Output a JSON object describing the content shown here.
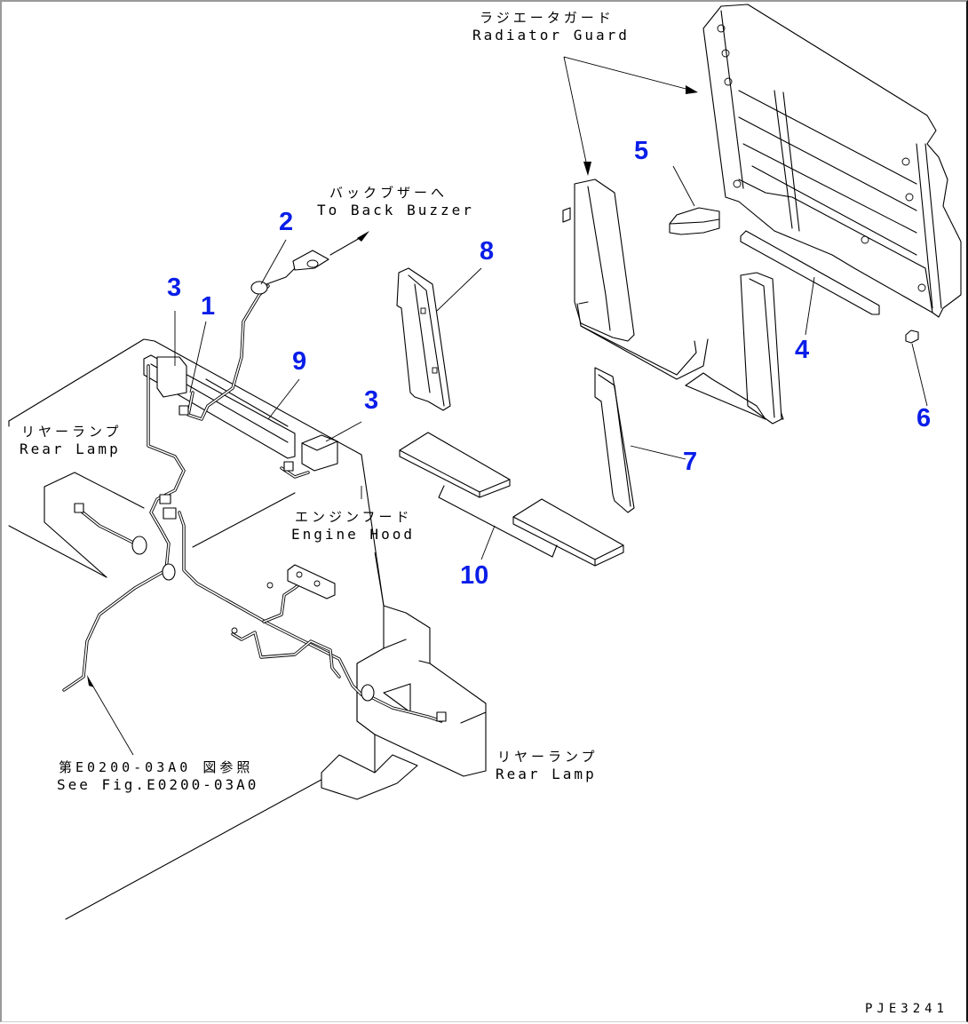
{
  "figure": {
    "code": "PJE3241",
    "callout_color": "#0a1ee8"
  },
  "labels": {
    "radiator_guard": {
      "jp": "ラジエータガード",
      "en": "Radiator Guard"
    },
    "back_buzzer": {
      "jp": "バックブザーへ",
      "en": "To Back Buzzer"
    },
    "rear_lamp_left": {
      "jp": "リヤーランプ",
      "en": "Rear Lamp"
    },
    "engine_hood": {
      "jp": "エンジンフード",
      "en": "Engine Hood"
    },
    "see_fig": {
      "jp": "第E0200-03A0 図参照",
      "en": "See Fig.E0200-03A0"
    },
    "rear_lamp_right": {
      "jp": "リヤーランプ",
      "en": "Rear Lamp"
    }
  },
  "callouts": [
    {
      "id": "1",
      "text": "1"
    },
    {
      "id": "2",
      "text": "2"
    },
    {
      "id": "3a",
      "text": "3"
    },
    {
      "id": "3b",
      "text": "3"
    },
    {
      "id": "4",
      "text": "4"
    },
    {
      "id": "5",
      "text": "5"
    },
    {
      "id": "6",
      "text": "6"
    },
    {
      "id": "7",
      "text": "7"
    },
    {
      "id": "8",
      "text": "8"
    },
    {
      "id": "9",
      "text": "9"
    },
    {
      "id": "10",
      "text": "10"
    }
  ]
}
